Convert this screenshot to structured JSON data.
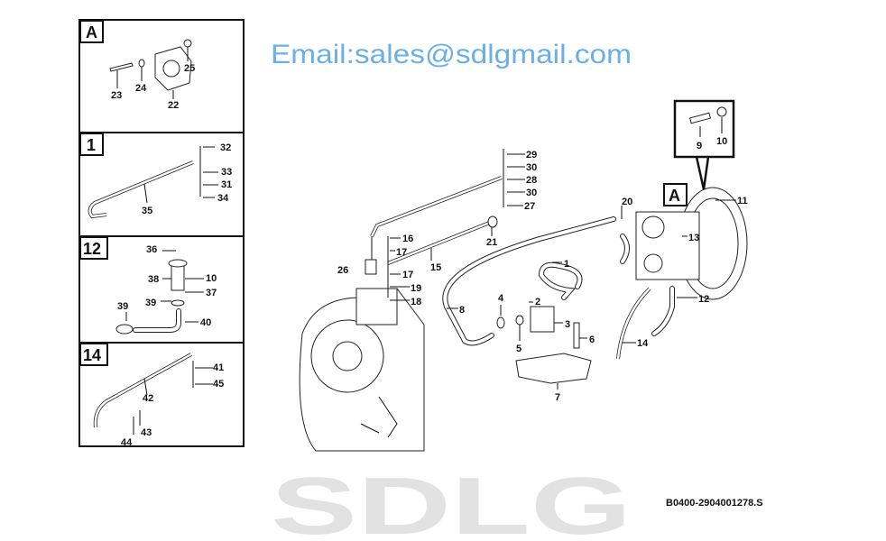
{
  "watermark": {
    "brand": "SDLG",
    "email": "Email:sales@sdlgmail.com"
  },
  "drawing_code": "B0400-2904001278.S",
  "panels": [
    {
      "id": "A",
      "labels": [
        "25",
        "24",
        "23",
        "22"
      ]
    },
    {
      "id": "1",
      "labels": [
        "32",
        "33",
        "31",
        "34",
        "35"
      ]
    },
    {
      "id": "12",
      "labels": [
        "36",
        "38",
        "10",
        "37",
        "39",
        "39",
        "40"
      ]
    },
    {
      "id": "14",
      "labels": [
        "41",
        "45",
        "42",
        "43",
        "44"
      ]
    }
  ],
  "main": {
    "detail_box_label": "A",
    "callouts": [
      "29",
      "30",
      "28",
      "30",
      "27",
      "16",
      "17",
      "21",
      "15",
      "26",
      "17",
      "19",
      "18",
      "4",
      "2",
      "1",
      "8",
      "3",
      "5",
      "6",
      "7",
      "20",
      "11",
      "13",
      "9",
      "10",
      "12",
      "14"
    ]
  }
}
